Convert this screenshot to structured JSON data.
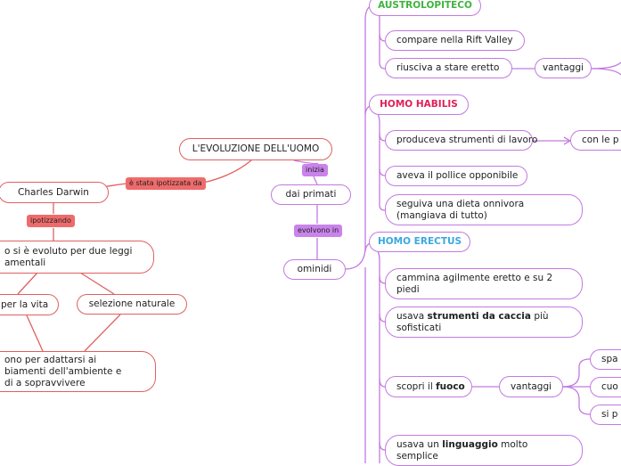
{
  "colors": {
    "red": "#e06060",
    "purple": "#c27ae0",
    "austro": "#3fb33f",
    "habilis": "#e0205a",
    "erectus": "#3aa8e0"
  },
  "root": "L'EVOLUZIONE DELL'UOMO",
  "left": {
    "link_hypothesis": "è stata ipotizzata da",
    "darwin": "Charles Darwin",
    "link_hypothesizing": "ipotizzando",
    "theory_line1": "o si è evoluto per due leggi",
    "theory_line2": "amentali",
    "fight": "per la vita",
    "selection": "selezione naturale",
    "result_line1": "ono per adattarsi ai",
    "result_line2": "biamenti dell'ambiente e",
    "result_line3": "di a sopravvivere"
  },
  "center": {
    "link_starts": "inizia",
    "primates": "dai primati",
    "link_evolve": "evolvono in",
    "hominids": "ominidi"
  },
  "austro": {
    "title": "AUSTROLOPITECO",
    "rift": "compare nella Rift Valley",
    "upright": "riusciva a stare eretto",
    "advantages": "vantaggi"
  },
  "habilis": {
    "title": "HOMO HABILIS",
    "tools": "produceva strumenti di lavoro",
    "with": "con le p",
    "thumb": "aveva il pollice opponibile",
    "diet_line1": "seguiva una dieta onnivora",
    "diet_line2": "(mangiava di tutto)"
  },
  "erectus": {
    "title": "HOMO ERECTUS",
    "walk_line1": "cammina agilmente eretto e su 2",
    "walk_line2": "piedi",
    "hunt_pre": "usava ",
    "hunt_bold": "strumenti da caccia",
    "hunt_post": " più",
    "hunt_line2": "sofisticati",
    "fire_pre": "scopri il ",
    "fire_bold": "fuoco",
    "advantages": "vantaggi",
    "adv1": "spa",
    "adv2": "cuo",
    "adv3": "si p",
    "lang_pre": "usava un ",
    "lang_bold": "linguaggio",
    "lang_post": " molto",
    "lang_line2": "semplice"
  }
}
